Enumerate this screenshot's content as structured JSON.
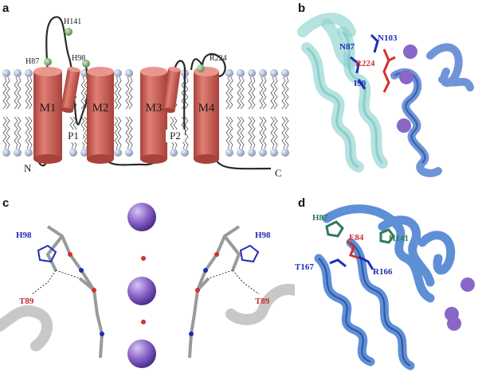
{
  "panels": {
    "a": {
      "label": "a",
      "helices": [
        "M1",
        "M2",
        "M3",
        "M4"
      ],
      "pore_helices": [
        "P1",
        "P2"
      ],
      "termini": {
        "n": "N",
        "c": "C"
      },
      "residues": [
        "H87",
        "H141",
        "H98",
        "R224"
      ],
      "colors": {
        "helix": "#c9584f",
        "lipid_head": "#aab8cf",
        "loop": "#2a2a2a",
        "residue": "#6d9a62"
      }
    },
    "b": {
      "label": "b",
      "residues_blue": [
        "N87",
        "N103",
        "I90"
      ],
      "residues_red": [
        "R224"
      ],
      "colors": {
        "ribbon_cyan": "#8fd3cf",
        "ribbon_blue": "#6f95d8",
        "ion": "#8a66c8",
        "blue_label": "#1f2db5",
        "red_label": "#d23030"
      }
    },
    "c": {
      "label": "c",
      "labels_blue": [
        "H98",
        "H98"
      ],
      "labels_red": [
        "T89",
        "T89"
      ],
      "colors": {
        "ribbon": "#c8c8c8",
        "ion": "#8a66c8",
        "blue_label": "#1f2db5",
        "red_label": "#c42a2a"
      }
    },
    "d": {
      "label": "d",
      "labels_green": [
        "H87",
        "H141"
      ],
      "labels_red": [
        "E84"
      ],
      "labels_blue": [
        "T167",
        "R166"
      ],
      "colors": {
        "ribbon": "#5f8fd6",
        "ion": "#8a66c8",
        "green_label": "#2f7a5a",
        "red_label": "#d23030",
        "blue_label": "#1f2db5"
      }
    }
  }
}
